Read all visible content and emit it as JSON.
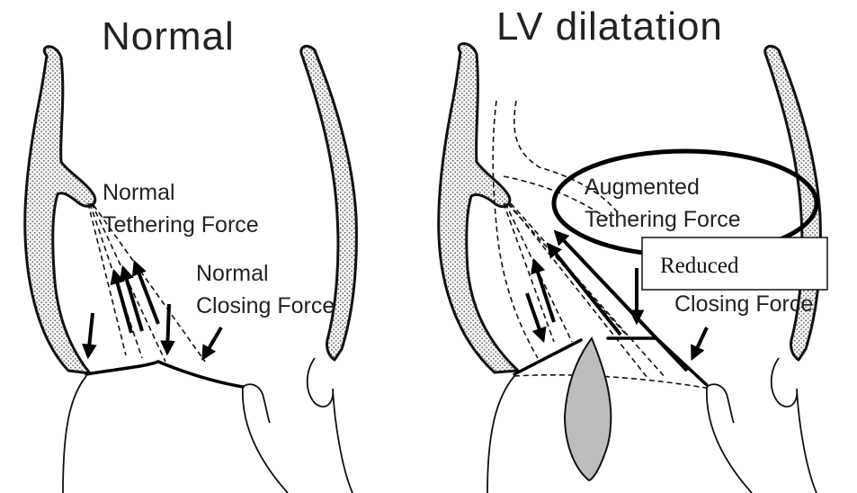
{
  "normal_panel": {
    "title": "Normal",
    "tethering_label": [
      "Normal",
      "Tethering Force"
    ],
    "closing_label": [
      "Normal",
      "Closing Force"
    ]
  },
  "dilated_panel": {
    "title": "LV dilatation",
    "tethering_label": [
      "Augmented",
      "Tethering Force"
    ],
    "closing_box_label": "Reduced",
    "closing_label": "Closing Force"
  },
  "colors": {
    "outline": "#111111",
    "wall_dots": "#555555",
    "wall_fill": "#f4f4f4",
    "regurgitant_jet": "#bdbdbd"
  }
}
